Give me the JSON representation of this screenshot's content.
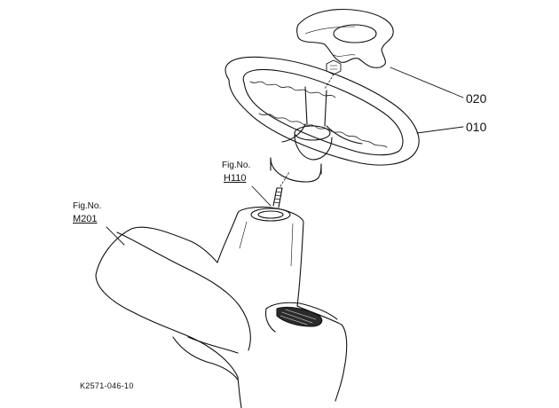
{
  "labels": {
    "part_020": "020",
    "part_010": "010",
    "fig_h110_prefix": "Fig.No.",
    "fig_h110_ref": "H110",
    "fig_m201_prefix": "Fig.No.",
    "fig_m201_ref": "M201",
    "drawing_number": "K2571-046-10"
  },
  "colors": {
    "line": "#111111",
    "background": "#ffffff"
  }
}
